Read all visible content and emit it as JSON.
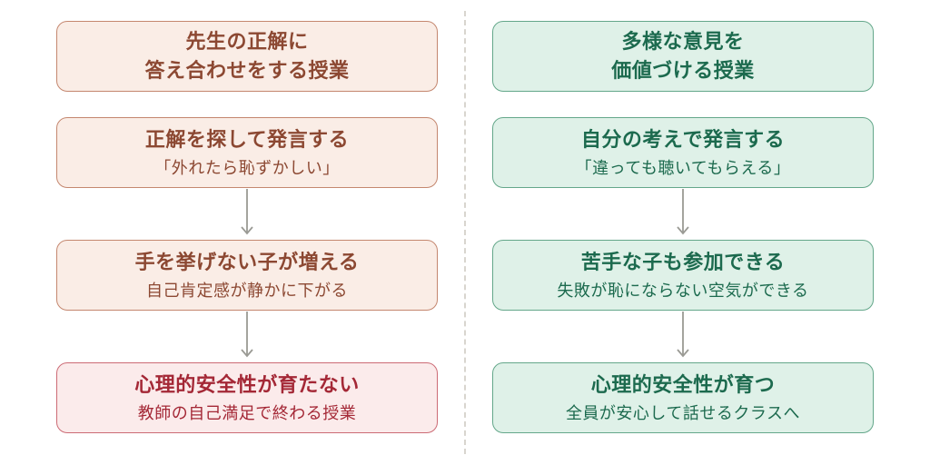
{
  "diagram": {
    "left_column": {
      "theme": "negative-red-flow",
      "header": {
        "line1": "先生の正解に",
        "line2": "答え合わせをする授業"
      },
      "steps": [
        {
          "title": "正解を探して発言する",
          "subtitle": "「外れたら恥ずかしい」"
        },
        {
          "title": "手を挙げない子が増える",
          "subtitle": "自己肯定感が静かに下がる"
        },
        {
          "title": "心理的安全性が育たない",
          "subtitle": "教師の自己満足で終わる授業"
        }
      ]
    },
    "right_column": {
      "theme": "positive-green-flow",
      "header": {
        "line1": "多様な意見を",
        "line2": "価値づける授業"
      },
      "steps": [
        {
          "title": "自分の考えで発言する",
          "subtitle": "「違っても聴いてもらえる」"
        },
        {
          "title": "苦手な子も参加できる",
          "subtitle": "失敗が恥にならない空気ができる"
        },
        {
          "title": "心理的安全性が育つ",
          "subtitle": "全員が安心して話せるクラスへ"
        }
      ]
    }
  },
  "colors": {
    "left_bg": "#FAEDE6",
    "left_border": "#C4876F",
    "left_text": "#8C4832",
    "left_final_bg": "#FBEBEB",
    "left_final_border": "#CC6B75",
    "left_final_text": "#A42836",
    "right_bg": "#DFF1E8",
    "right_border": "#64A78A",
    "right_text": "#1C6A4E",
    "arrow": "#9A9A94",
    "divider": "#D8D5CF",
    "page_bg": "#FFFFFF"
  }
}
